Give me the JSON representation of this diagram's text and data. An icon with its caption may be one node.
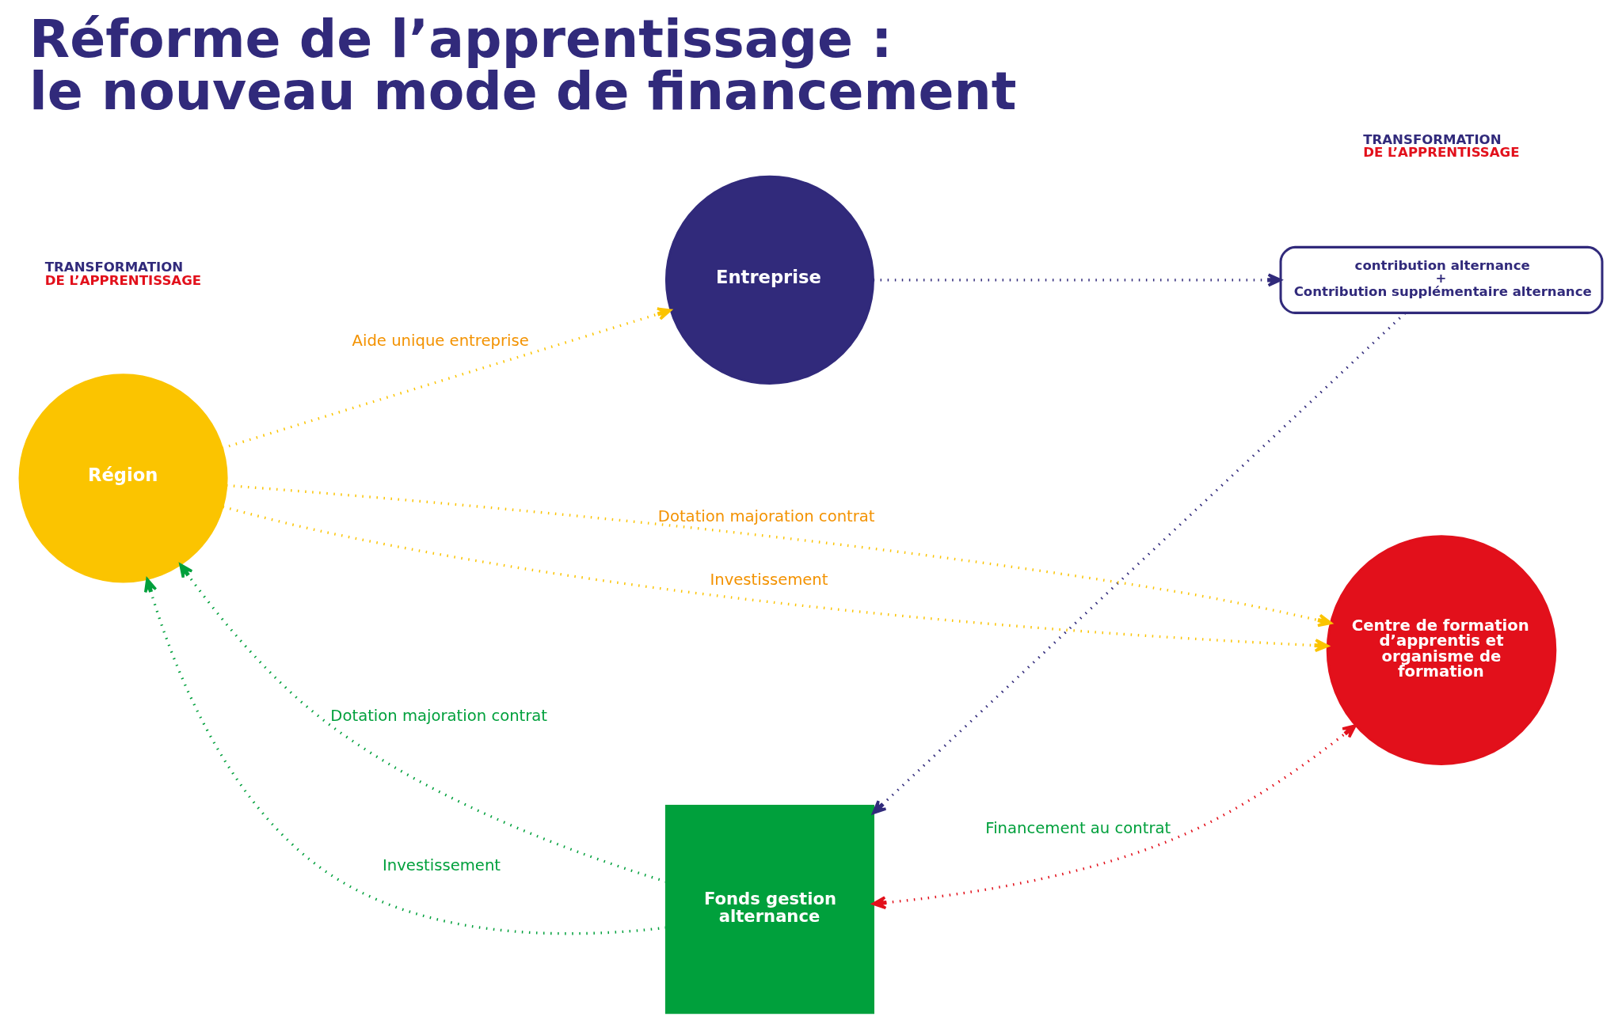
{
  "diagram": {
    "title": "Réforme de l’apprentissage : le nouveau mode de financement",
    "nodes": [
      {
        "text": [
          "Entreprise"
        ]
      },
      {
        "text": [
          "contribution alternance",
          "+",
          "Contribution supplémentaire alternance"
        ]
      },
      {
        "text": [
          "Région"
        ]
      },
      {
        "text": [
          "Centre de formation d’apprentis et organisme de formation"
        ]
      },
      {
        "text": [
          "Fonds gestion alternance"
        ]
      }
    ],
    "edges": [
      {
        "from": 2,
        "to": 0,
        "arrow": "to",
        "label": "Aide unique entreprise",
        "color": "#fbc400"
      },
      {
        "from": 0,
        "to": 1,
        "arrow": "to",
        "color": "#312a7b"
      },
      {
        "from": 2,
        "to": 3,
        "arrow": "to",
        "label": "Dotation majoration contrat",
        "color": "#fbc400"
      },
      {
        "from": 2,
        "to": 3,
        "arrow": "to",
        "label": "Investissement",
        "color": "#fbc400"
      },
      {
        "from": 1,
        "to": 4,
        "arrow": "to",
        "color": "#312a7b"
      },
      {
        "from": 4,
        "to": 2,
        "arrow": "to",
        "label": "Dotation majoration contrat",
        "color": "#00a03c"
      },
      {
        "from": 4,
        "to": 2,
        "arrow": "to",
        "label": "Investissement",
        "color": "#00a03c"
      },
      {
        "from": 4,
        "to": 3,
        "arrow": "both",
        "label": "Financement au contrat",
        "color": "#e2101b"
      }
    ],
    "labels": [
      "TRANSFORMATION DE L’APPRENTISSAGE",
      "TRANSFORMATION DE L’APPRENTISSAGE"
    ]
  }
}
